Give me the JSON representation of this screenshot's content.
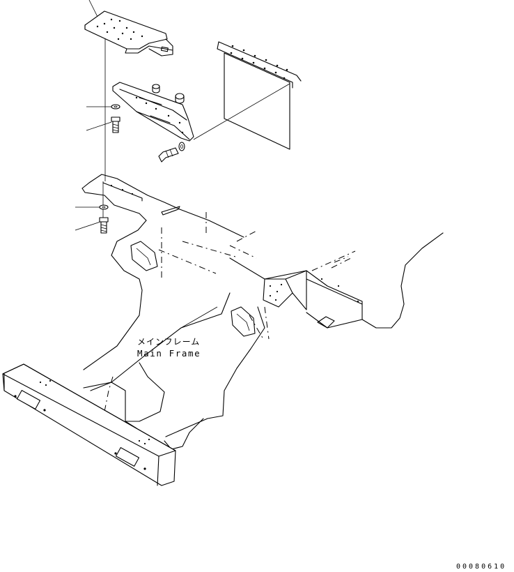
{
  "diagram": {
    "part_label_jp": "メインフレーム",
    "part_label_en": "Main Frame",
    "drawing_number": "00080610"
  },
  "icons": {
    "callout_leaders": "leader-line-icon"
  }
}
